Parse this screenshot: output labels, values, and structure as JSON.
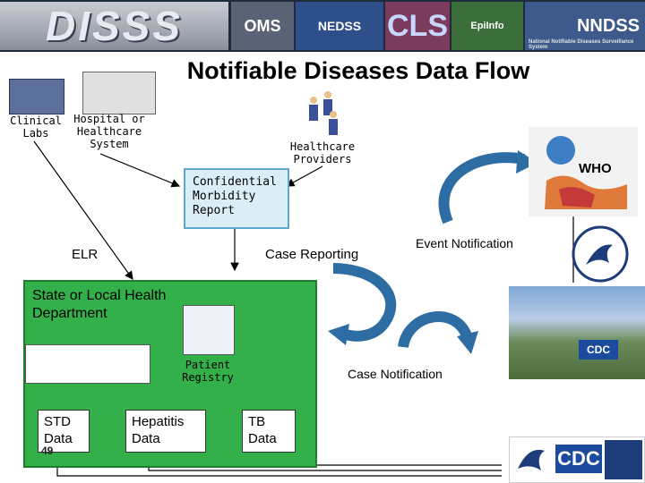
{
  "banner": {
    "disss": "DISSS",
    "oms": "OMS",
    "nedss": "NEDSS",
    "cls": "CLS",
    "epi": "EpiInfo",
    "nndss": "NNDSS",
    "nndss_sub": "National Notifiable Diseases Surveillance System"
  },
  "title": "Notifiable Diseases Data Flow",
  "sources": {
    "clinical_labs": [
      "Clinical",
      "Labs"
    ],
    "hospital": [
      "Hospital or",
      "Healthcare",
      "System"
    ],
    "providers": [
      "Healthcare",
      "Providers"
    ]
  },
  "cmr": [
    "Confidential",
    "Morbidity",
    "Report"
  ],
  "elr": "ELR",
  "case_reporting": "Case Reporting",
  "event_notification": "Event Notification",
  "who": "WHO",
  "state": {
    "title": [
      "State or Local Health",
      "Department"
    ],
    "patient_registry": [
      "Patient",
      "Registry"
    ],
    "std": [
      "STD",
      "Data"
    ],
    "hepatitis": [
      "Hepatitis",
      "Data"
    ],
    "tb": [
      "TB",
      "Data"
    ]
  },
  "case_notification": "Case Notification",
  "cdc_photo_label": "CDC",
  "cdc_logo": "CDC",
  "page_number": "49",
  "colors": {
    "state_green": "#33b04a",
    "cmr_fill": "#dbeef8",
    "arrow_blue": "#2e6da4",
    "cdc_blue": "#1c4a9c"
  }
}
